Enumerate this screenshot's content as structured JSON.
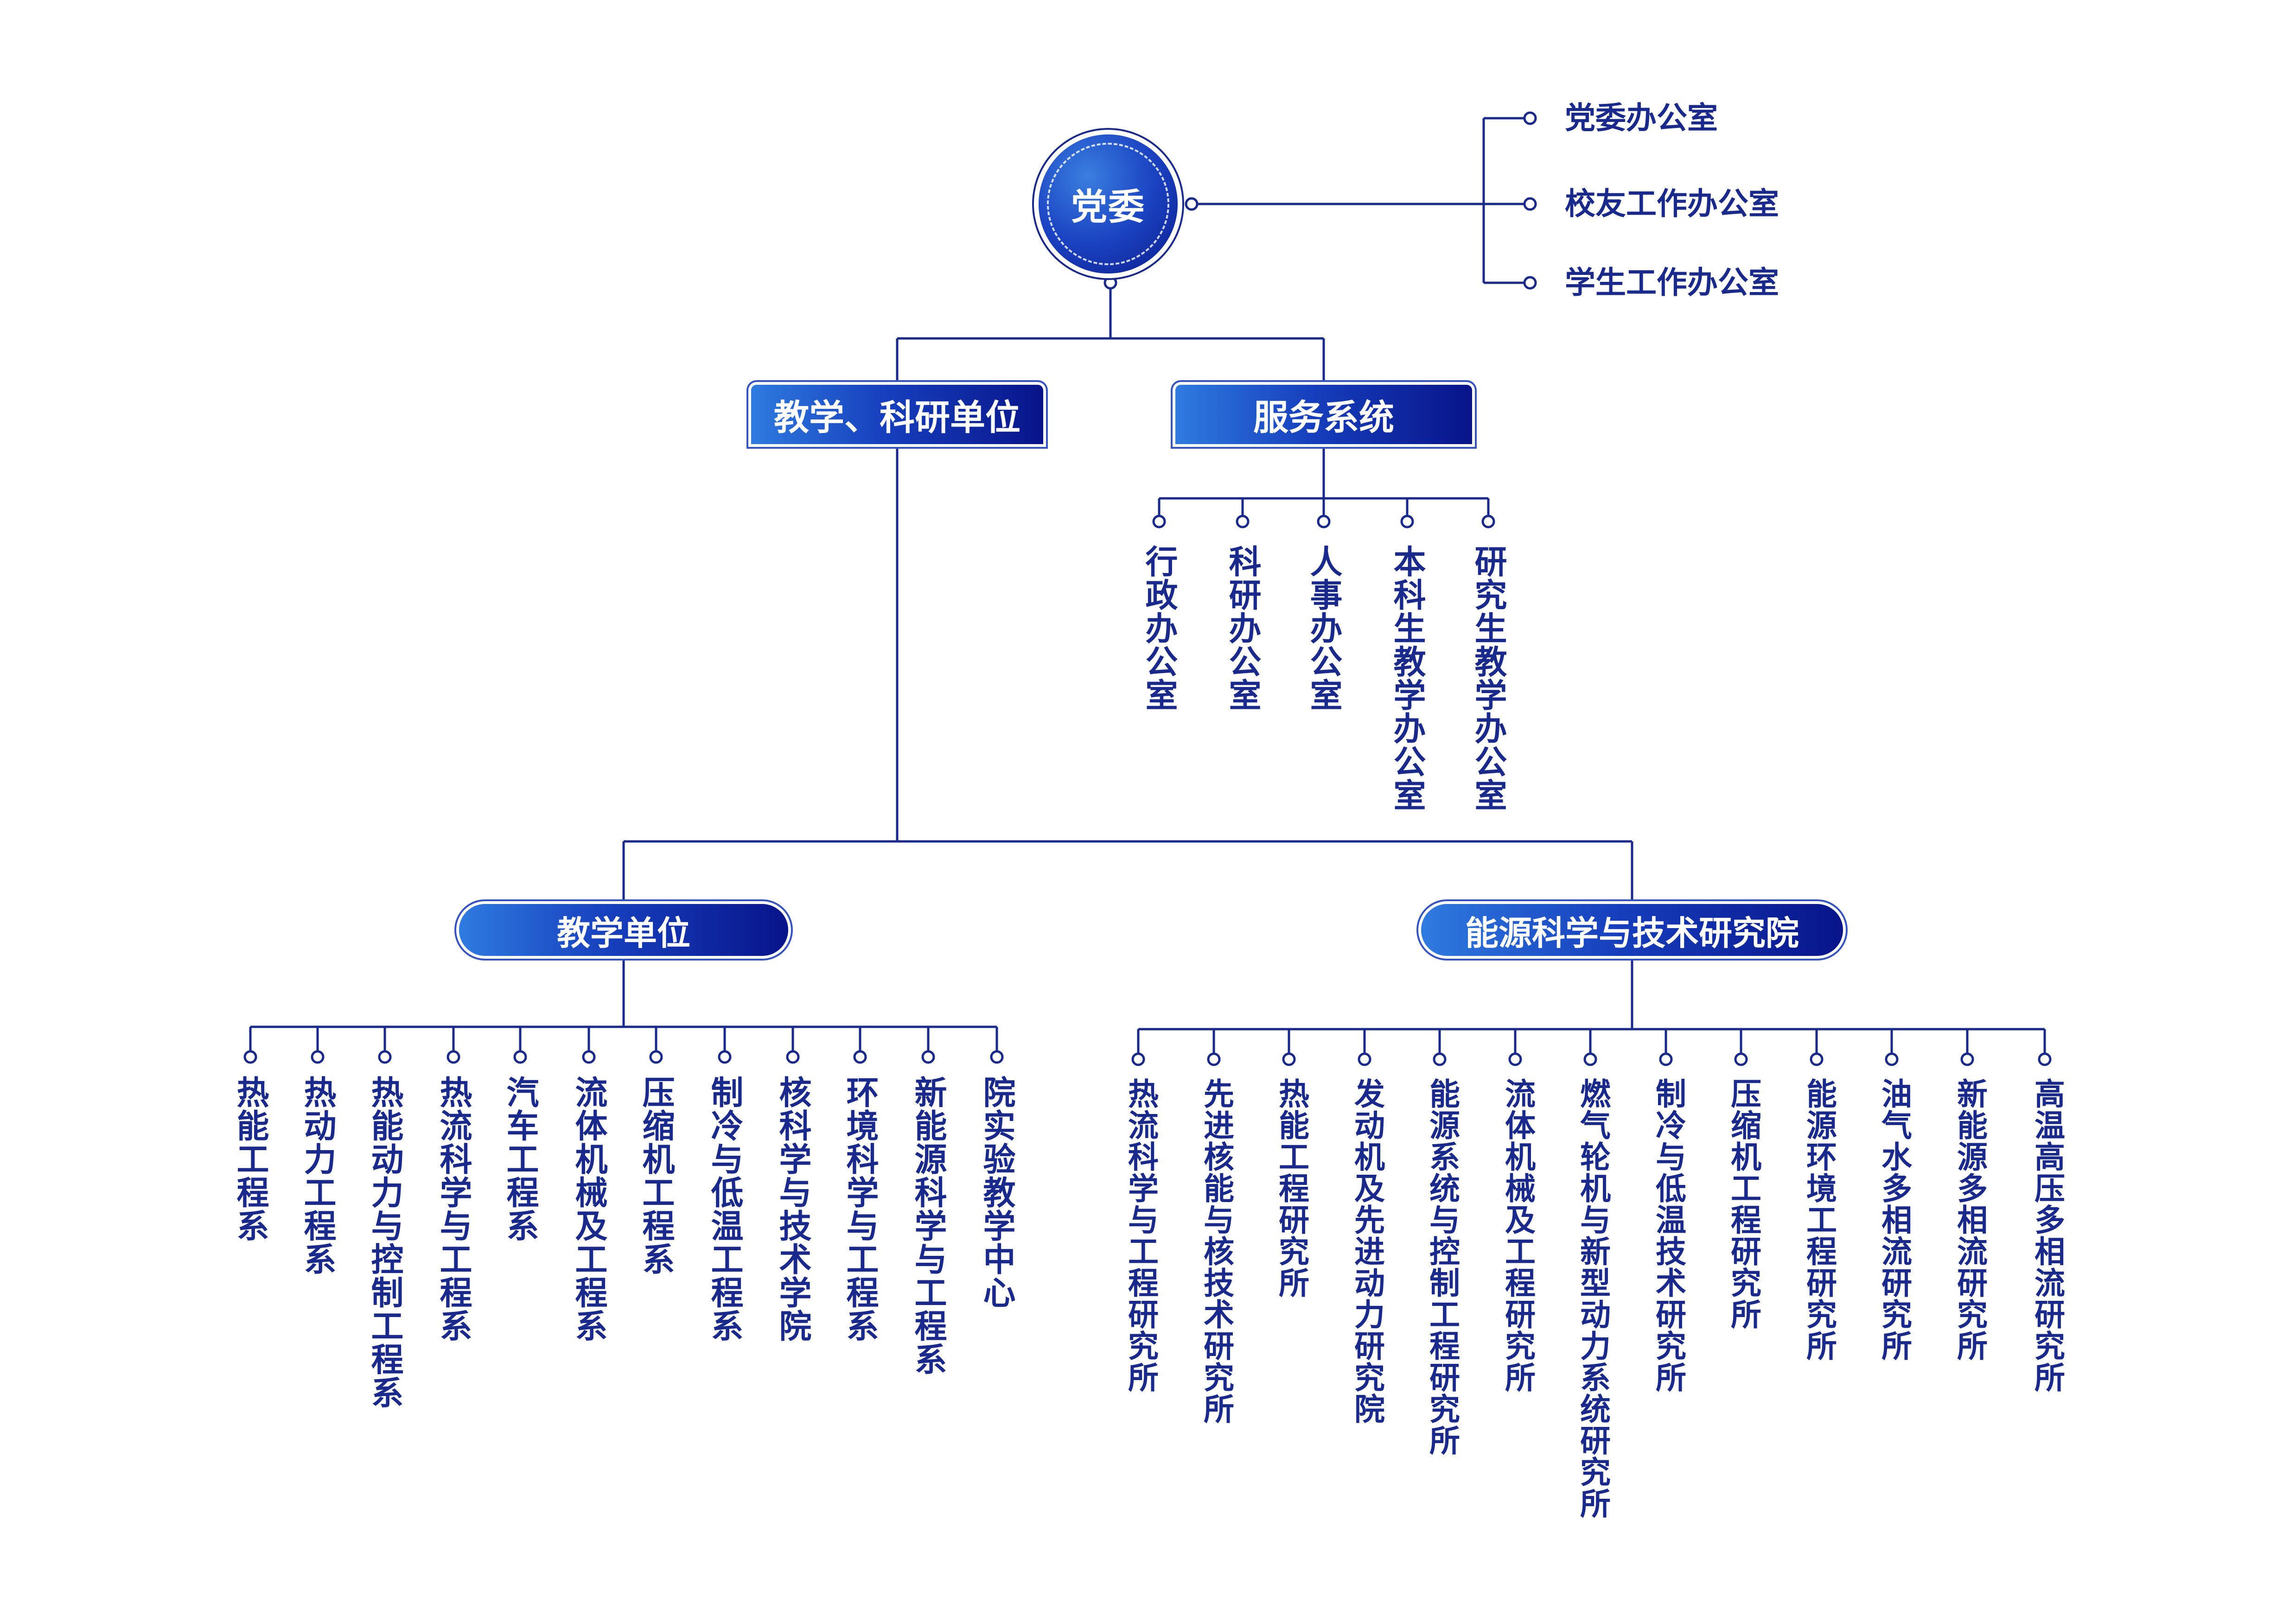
{
  "root": {
    "label": "党委"
  },
  "party_offices": [
    "党委办公室",
    "校友工作办公室",
    "学生工作办公室"
  ],
  "teaching_research": {
    "label": "教学、科研单位"
  },
  "service": {
    "label": "服务系统",
    "items": [
      "行政办公室",
      "科研办公室",
      "人事办公室",
      "本科生教学办公室",
      "研究生教学办公室"
    ]
  },
  "teaching_units": {
    "label": "教学单位",
    "items": [
      "热能工程系",
      "热动力工程系",
      "热能动力与控制工程系",
      "热流科学与工程系",
      "汽车工程系",
      "流体机械及工程系",
      "压缩机工程系",
      "制冷与低温工程系",
      "核科学与技术学院",
      "环境科学与工程系",
      "新能源科学与工程系",
      "院实验教学中心"
    ]
  },
  "research_institute": {
    "label": "能源科学与技术研究院",
    "items": [
      "热流科学与工程研究所",
      "先进核能与核技术研究所",
      "热能工程研究所",
      "发动机及先进动力研究院",
      "能源系统与控制工程研究所",
      "流体机械及工程研究所",
      "燃气轮机与新型动力系统研究所",
      "制冷与低温技术研究所",
      "压缩机工程研究所",
      "能源环境工程研究所",
      "油气水多相流研究所",
      "新能源多相流研究所",
      "高温高压多相流研究所"
    ]
  },
  "colors": {
    "primary": "#1a2a8c",
    "gradient_start": "#2f7be0",
    "gradient_end": "#08148a"
  }
}
